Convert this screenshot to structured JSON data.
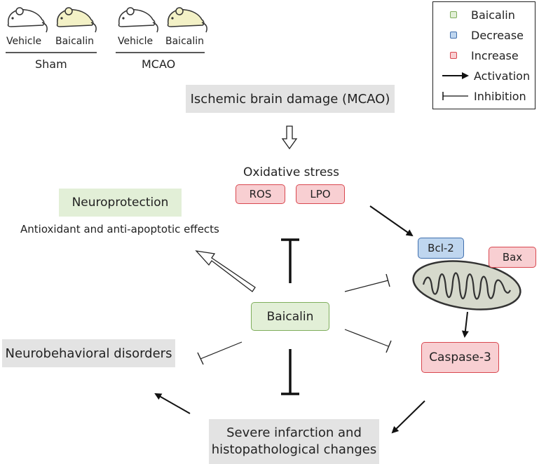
{
  "legend": {
    "items": [
      {
        "label": "Baicalin",
        "kind": "swatch",
        "color": "#e2efd7",
        "border": "#7fae5c"
      },
      {
        "label": "Decrease",
        "kind": "swatch",
        "color": "#bfd6ef",
        "border": "#3f6fae"
      },
      {
        "label": "Increase",
        "kind": "swatch",
        "color": "#f8cfd2",
        "border": "#d9474f"
      },
      {
        "label": "Activation",
        "kind": "arrow-icon"
      },
      {
        "label": "Inhibition",
        "kind": "inhibition-icon"
      }
    ]
  },
  "groups": {
    "sham": {
      "label": "Sham",
      "sub": [
        "Vehicle",
        "Baicalin"
      ]
    },
    "mcao": {
      "label": "MCAO",
      "sub": [
        "Vehicle",
        "Baicalin"
      ]
    }
  },
  "nodes": {
    "ischemic": "Ischemic brain damage (MCAO)",
    "oxidative": "Oxidative stress",
    "ros": "ROS",
    "lpo": "LPO",
    "neuroprotection": "Neuroprotection",
    "neuroprotection_sub": "Antioxidant and anti-apoptotic effects",
    "bcl2": "Bcl-2",
    "bax": "Bax",
    "baicalin": "Baicalin",
    "neurobehavioral": "Neurobehavioral disorders",
    "caspase": "Caspase-3",
    "infarction_line1": "Severe infarction and",
    "infarction_line2": "histopathological changes"
  },
  "colors": {
    "baicalin_fill": "#e2efd7",
    "decrease_fill": "#bfd6ef",
    "increase_fill": "#f8cfd2",
    "grey_box": "#e3e3e3",
    "mouse_vehicle": "#ffffff",
    "mouse_baicalin": "#f3f1c6",
    "mitochondrion": "#d6d9cc"
  }
}
